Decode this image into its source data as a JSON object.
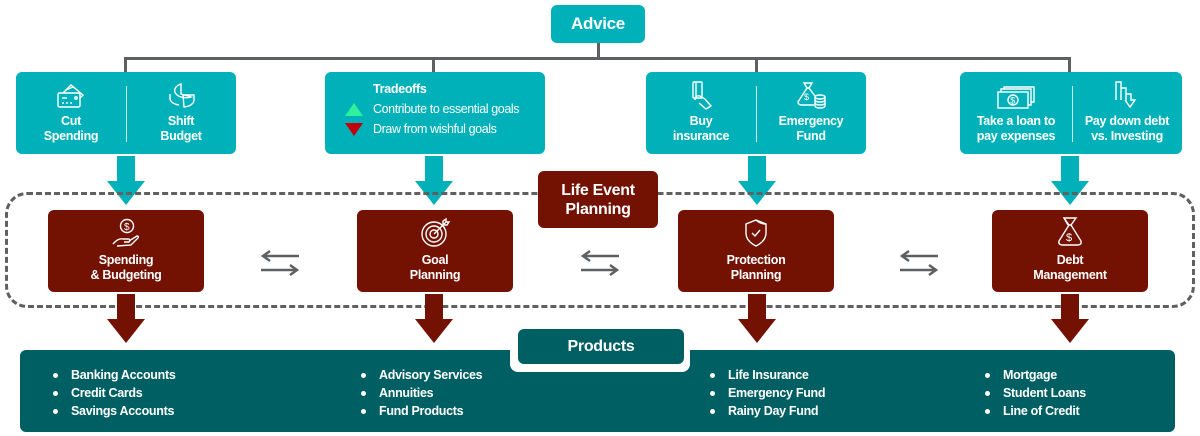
{
  "advice": {
    "label": "Advice"
  },
  "advice_cards": [
    {
      "type": "split",
      "items": [
        {
          "icon": "credit-cards-icon",
          "label_lines": [
            "Cut",
            "Spending"
          ]
        },
        {
          "icon": "pie-chart-icon",
          "label_lines": [
            "Shift",
            "Budget"
          ]
        }
      ]
    },
    {
      "type": "tradeoffs",
      "title": "Tradeoffs",
      "rows": [
        {
          "icon": "triangle-up-icon",
          "color": "#2ef29b",
          "text": "Contribute to essential goals"
        },
        {
          "icon": "triangle-down-icon",
          "color": "#c2000b",
          "text": "Draw from wishful goals"
        }
      ]
    },
    {
      "type": "split",
      "items": [
        {
          "icon": "hand-card-icon",
          "label_lines": [
            "Buy",
            "insurance"
          ]
        },
        {
          "icon": "money-bag-coins-icon",
          "label_lines": [
            "Emergency",
            "Fund"
          ]
        }
      ]
    },
    {
      "type": "split",
      "items": [
        {
          "icon": "cash-bills-icon",
          "label_lines": [
            "Take a loan to",
            "pay expenses"
          ]
        },
        {
          "icon": "declining-bars-icon",
          "label_lines": [
            "Pay down debt",
            "vs. Investing"
          ]
        }
      ]
    }
  ],
  "life_event": {
    "label_lines": [
      "Life Event",
      "Planning"
    ]
  },
  "planning": [
    {
      "icon": "hand-coin-icon",
      "label_lines": [
        "Spending",
        "& Budgeting"
      ]
    },
    {
      "icon": "target-icon",
      "label_lines": [
        "Goal",
        "Planning"
      ]
    },
    {
      "icon": "shield-check-icon",
      "label_lines": [
        "Protection",
        "Planning"
      ]
    },
    {
      "icon": "money-bag-icon",
      "label_lines": [
        "Debt",
        "Management"
      ]
    }
  ],
  "products": {
    "label": "Products",
    "groups": [
      [
        "Banking Accounts",
        "Credit Cards",
        "Savings Accounts"
      ],
      [
        "Advisory Services",
        "Annuities",
        "Fund Products"
      ],
      [
        "Life Insurance",
        "Emergency Fund",
        "Rainy Day Fund"
      ],
      [
        "Mortgage",
        "Student Loans",
        "Line of Credit"
      ]
    ]
  },
  "colors": {
    "advice_teal": "#00b1b9",
    "planning_maroon": "#731102",
    "products_dark_teal": "#005f63",
    "connector_gray": "#5f6062"
  }
}
